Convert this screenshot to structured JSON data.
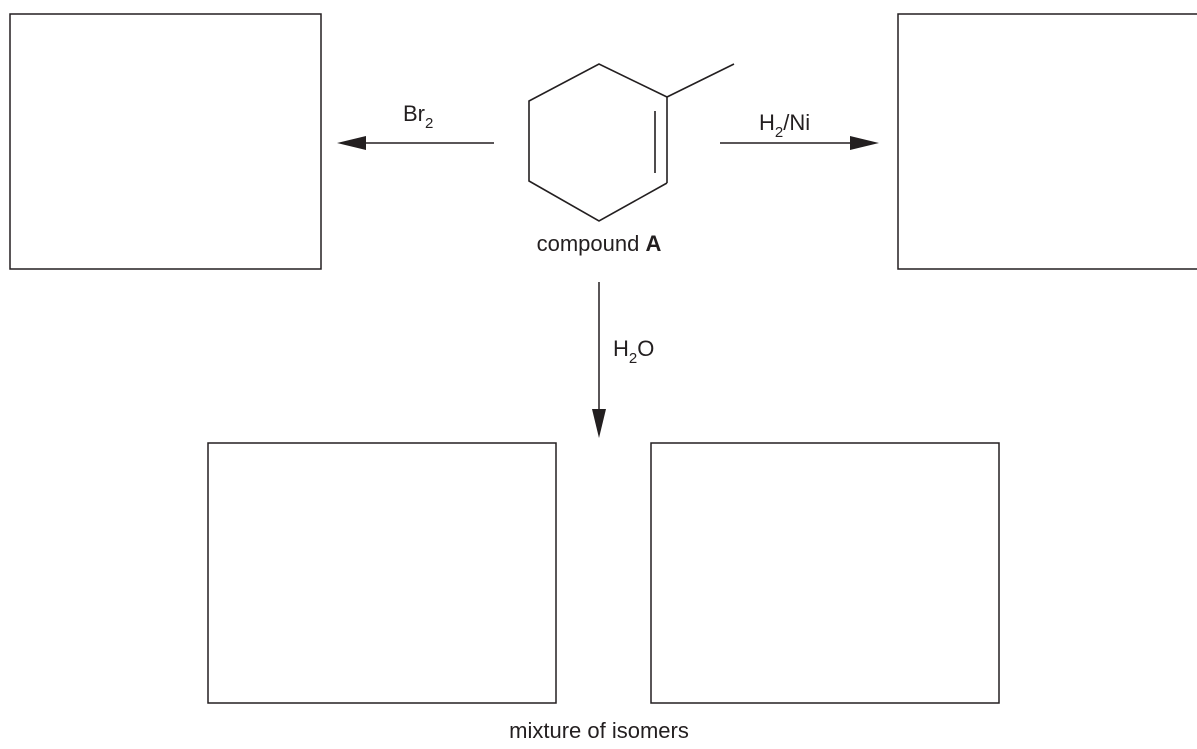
{
  "compound": {
    "label_prefix": "compound ",
    "label_letter": "A"
  },
  "reactions": {
    "left": {
      "reagent_main": "Br",
      "reagent_sub": "2"
    },
    "right": {
      "reagent_main": "H",
      "reagent_sub": "2",
      "reagent_suffix": "/Ni"
    },
    "down": {
      "reagent_main": "H",
      "reagent_sub": "2",
      "reagent_suffix": "O"
    }
  },
  "footer_label": "mixture of isomers",
  "colors": {
    "ink": "#231f20",
    "background": "#ffffff"
  }
}
